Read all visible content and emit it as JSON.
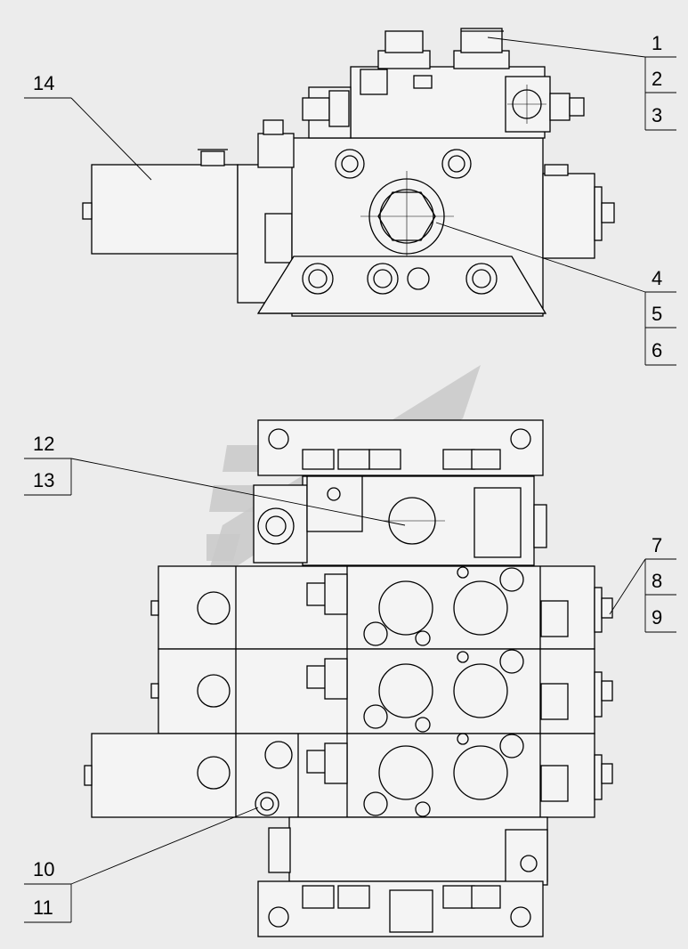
{
  "callouts": [
    "1",
    "2",
    "3",
    "4",
    "5",
    "6",
    "7",
    "8",
    "9",
    "10",
    "11",
    "12",
    "13",
    "14"
  ],
  "colors": {
    "background": "#ececec",
    "line": "#000000",
    "watermark": "#c9c9c9"
  }
}
